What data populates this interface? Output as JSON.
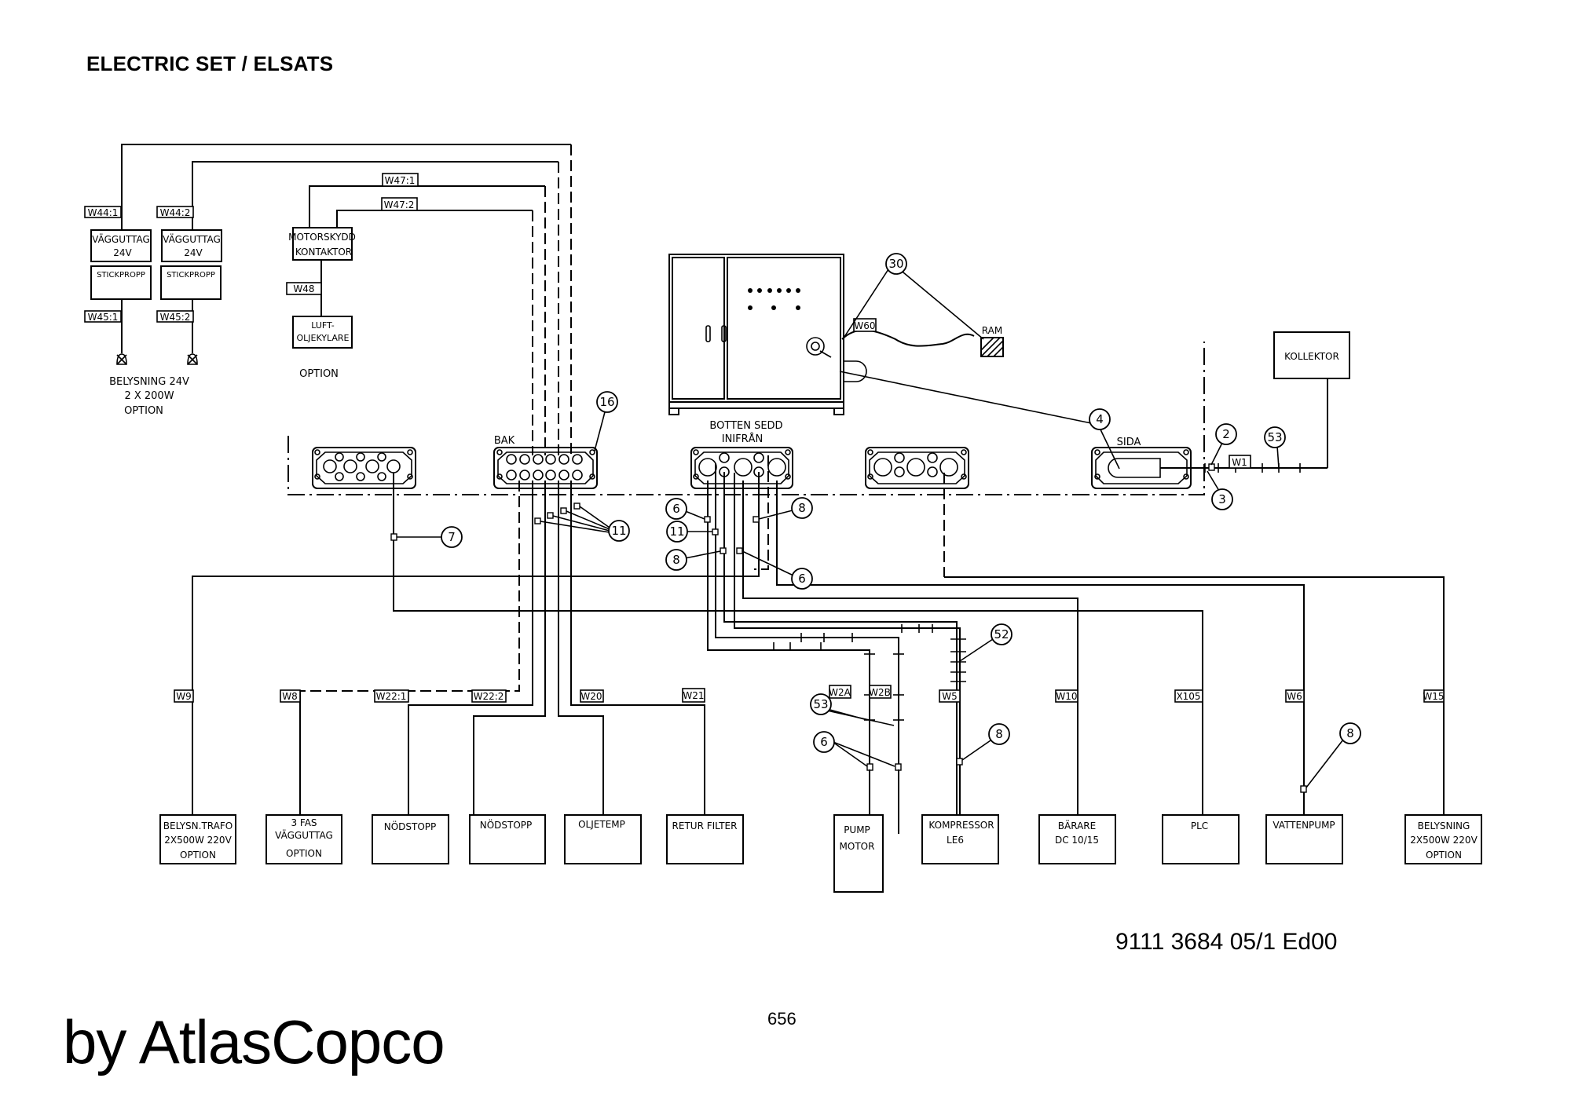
{
  "header": {
    "title": "ELECTRIC SET / ELSATS"
  },
  "footer": {
    "doc_number": "9111 3684 05/1  Ed00",
    "page_number": "656",
    "brand": "by AtlasCopco"
  },
  "top_left": {
    "wire_labels": [
      "W44:1",
      "W44:2",
      "W45:1",
      "W45:2",
      "W47:1",
      "W47:2",
      "W48",
      "W60"
    ],
    "outlet_box": [
      "VÄGGUTTAG",
      "24V"
    ],
    "plug_box": "STICKPROPP",
    "motor_box": [
      "MOTORSKYDD",
      "KONTAKTOR"
    ],
    "cooler_box": [
      "LUFT-",
      "OLJEKYLARE"
    ],
    "cooler_note": "OPTION",
    "lighting_note": [
      "BELYSNING 24V",
      "2 X 200W",
      "OPTION"
    ]
  },
  "cabinet": {
    "label_bottom": [
      "BOTTEN SEDD",
      "INIFRÅN"
    ],
    "ram_label": "RAM",
    "bak_label": "BAK",
    "sida_label": "SIDA",
    "kollektor": "KOLLEKTOR",
    "w1": "W1"
  },
  "bubbles": {
    "b30": "30",
    "b16": "16",
    "b4": "4",
    "b2": "2",
    "b3": "3",
    "b53a": "53",
    "b7": "7",
    "b11a": "11",
    "b6a": "6",
    "b11b": "11",
    "b8a": "8",
    "b8b": "8",
    "b6b": "6",
    "b52": "52",
    "b53b": "53",
    "b6c": "6",
    "b8c": "8",
    "b8d": "8"
  },
  "bottom": {
    "wire_labels": [
      "W9",
      "W8",
      "W22:1",
      "W22:2",
      "W20",
      "W21",
      "W2A",
      "W2B",
      "W5",
      "W10",
      "X105",
      "W6",
      "W15"
    ],
    "devices": [
      {
        "lines": [
          "BELYSN.TRAFO",
          "2X500W 220V",
          "OPTION"
        ]
      },
      {
        "lines": [
          "3 FAS",
          "VÄGGUTTAG",
          "OPTION"
        ]
      },
      {
        "lines": [
          "NÖDSTOPP"
        ]
      },
      {
        "lines": [
          "NÖDSTOPP"
        ]
      },
      {
        "lines": [
          "OLJETEMP"
        ]
      },
      {
        "lines": [
          "RETUR FILTER"
        ]
      },
      {
        "lines": [
          "PUMP",
          "MOTOR"
        ]
      },
      {
        "lines": [
          "KOMPRESSOR",
          "LE6"
        ]
      },
      {
        "lines": [
          "BÄRARE",
          "DC 10/15"
        ]
      },
      {
        "lines": [
          "PLC"
        ]
      },
      {
        "lines": [
          "VATTENPUMP"
        ]
      },
      {
        "lines": [
          "BELYSNING",
          "2X500W 220V",
          "OPTION"
        ]
      }
    ]
  }
}
